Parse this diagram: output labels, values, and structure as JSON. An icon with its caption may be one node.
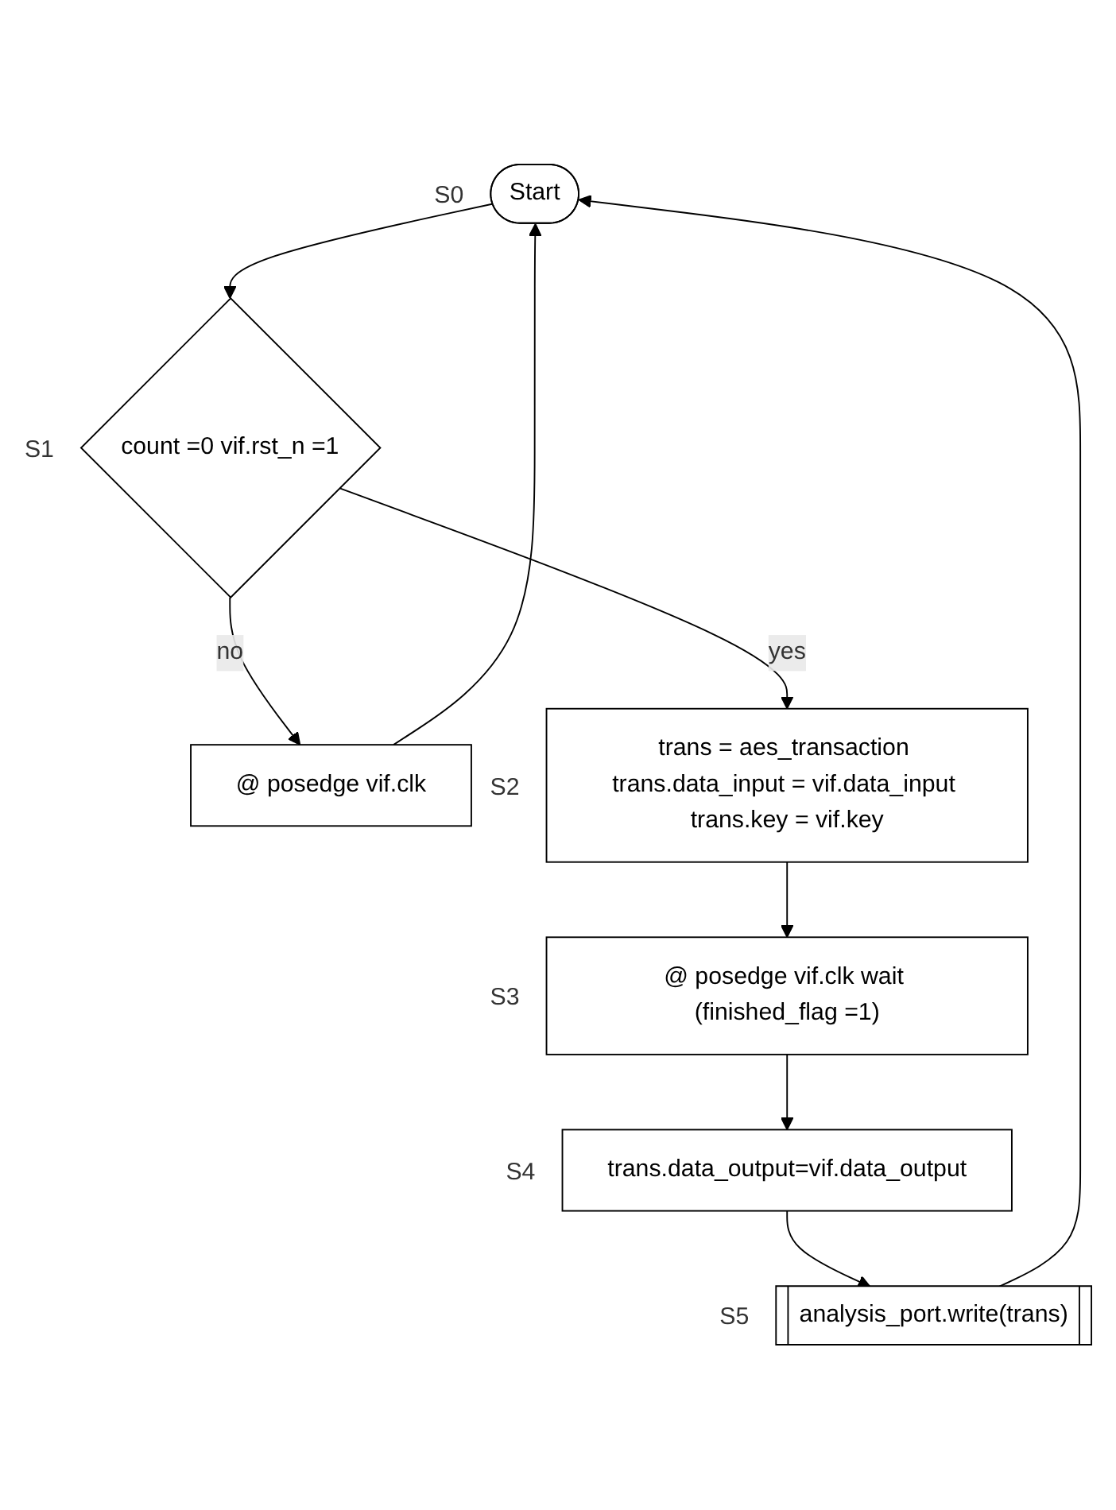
{
  "diagram": {
    "nodes": [
      {
        "text": [
          "Start"
        ],
        "beside": [
          "S0"
        ]
      },
      {
        "text": [
          "count =0 vif.rst_n =1"
        ],
        "beside": [
          "S1"
        ]
      },
      {
        "text": [
          "@ posedge vif.clk"
        ]
      },
      {
        "text": [
          "trans = aes_transaction trans.data_input = vif.data_input trans.key = vif.key"
        ],
        "beside": [
          "S2"
        ]
      },
      {
        "text": [
          "@ posedge vif.clk wait (finished_flag =1)"
        ],
        "beside": [
          "S3"
        ]
      },
      {
        "text": [
          "trans.data_output=vif.data_output"
        ],
        "beside": [
          "S4"
        ]
      },
      {
        "text": [
          "analysis_port.write(trans)"
        ],
        "beside": [
          "S5"
        ]
      }
    ],
    "edges": [
      {
        "from": 0,
        "to": 1,
        "arrow": "to"
      },
      {
        "from": 1,
        "to": 2,
        "arrow": "to",
        "label": "no"
      },
      {
        "from": 2,
        "to": 0,
        "arrow": "to"
      },
      {
        "from": 1,
        "to": 3,
        "arrow": "to",
        "label": "yes"
      },
      {
        "from": 3,
        "to": 4,
        "arrow": "to"
      },
      {
        "from": 4,
        "to": 5,
        "arrow": "to"
      },
      {
        "from": 5,
        "to": 6,
        "arrow": "to"
      },
      {
        "from": 6,
        "to": 0,
        "arrow": "to"
      }
    ]
  }
}
